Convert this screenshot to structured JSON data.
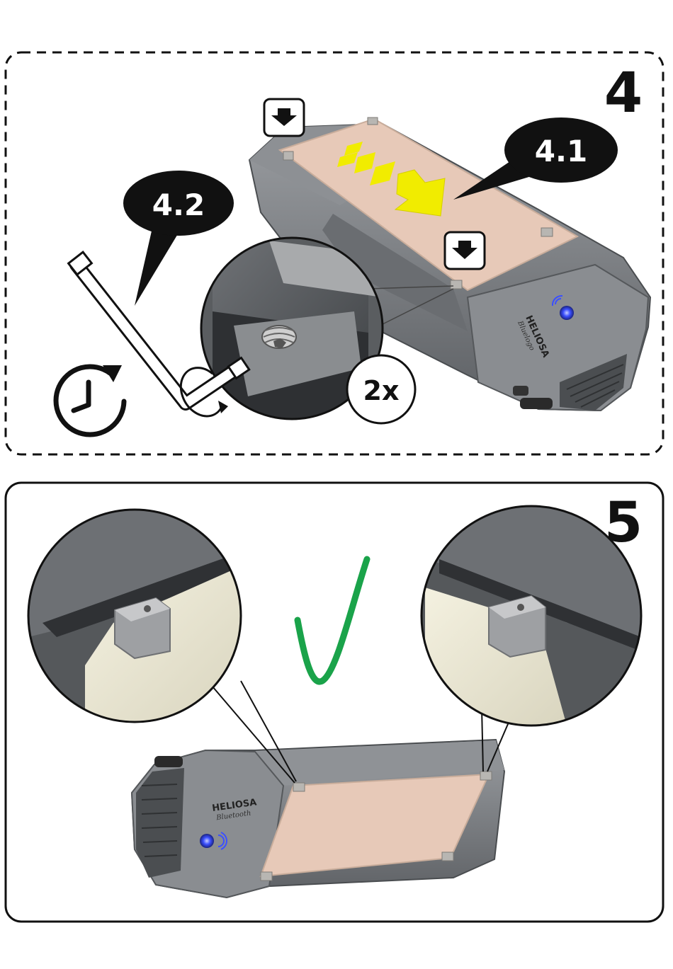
{
  "step4": {
    "number": "4",
    "callout_a": "4.1",
    "callout_b": "4.2",
    "count_badge": "2x",
    "icons": [
      "down-arrow-icon",
      "down-arrow-icon",
      "clock-rotate-icon",
      "hex-key-icon",
      "set-screw-icon"
    ],
    "brand": "HELIOSA",
    "brand_sub": "Bluelogo"
  },
  "step5": {
    "number": "5",
    "icons": [
      "check-mark-icon"
    ],
    "brand": "HELIOSA",
    "brand_sub": "Bluetooth"
  },
  "colors": {
    "panel": "#e7c9b8",
    "body": "#7c7f83",
    "arrow": "#f1ec00",
    "check": "#1aa34a",
    "callout": "#111111",
    "led": "#3b4fff"
  }
}
